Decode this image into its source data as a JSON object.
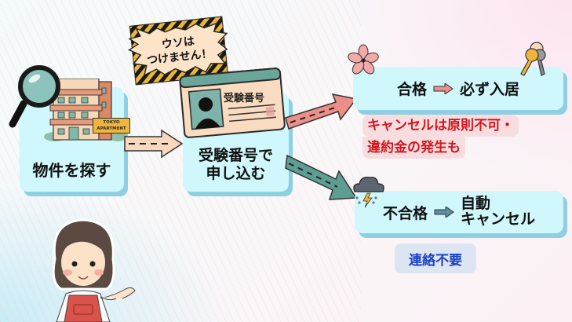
{
  "colors": {
    "box_fill": "#cff7fc",
    "box_shadow": "#8fcfe2",
    "arrow_beige": "#f9d9bd",
    "arrow_pink": "#ec8f88",
    "arrow_teal": "#5e9e92",
    "warning_red": "#d4141b",
    "info_blue": "#1940c6"
  },
  "warning_badge": {
    "line1": "ウソは",
    "line2": "つけません！"
  },
  "step_search": {
    "label": "物件を探す",
    "sign_line1": "TOKYO",
    "sign_line2": "APARTMENT",
    "icons": [
      "magnifier-icon",
      "apartment-building-icon"
    ]
  },
  "step_apply": {
    "card_title": "受験番号",
    "label_line1": "受験番号で",
    "label_line2": "申し込む"
  },
  "outcome_pass": {
    "result": "合格",
    "consequence": "必ず入居",
    "icons": [
      "sakura-icon",
      "keys-icon"
    ]
  },
  "pass_note": {
    "line1": "キャンセルは原則不可・",
    "line2": "違約金の発生も"
  },
  "outcome_fail": {
    "result": "不合格",
    "consequence_line1": "自動",
    "consequence_line2": "キャンセル",
    "icons": [
      "storm-cloud-icon"
    ]
  },
  "fail_note": {
    "text": "連絡不要"
  },
  "character": {
    "description": "apron-wearing agent gesturing"
  }
}
